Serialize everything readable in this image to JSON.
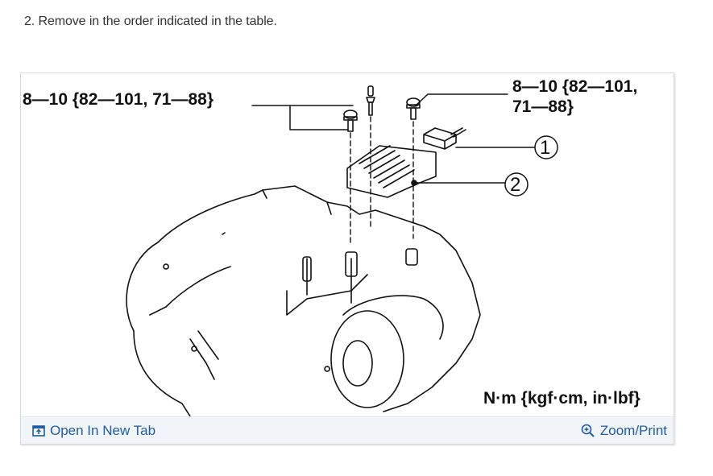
{
  "step": {
    "text": "2. Remove in the order indicated in the table."
  },
  "figure": {
    "torque_label_left": "8—10 {82—101, 71—88}",
    "torque_label_right_line1": "8—10 {82—101,",
    "torque_label_right_line2": "71—88}",
    "callouts": [
      {
        "number": "1"
      },
      {
        "number": "2"
      }
    ],
    "units_label": "N·m {kgf·cm, in·lbf}"
  },
  "footer": {
    "open_tab_icon": "open-in-new-tab-icon",
    "open_tab_label": "Open In New Tab",
    "zoom_icon": "zoom-in-magnifier-icon",
    "zoom_label": "Zoom/Print",
    "link_color": "#1f5c9e"
  }
}
